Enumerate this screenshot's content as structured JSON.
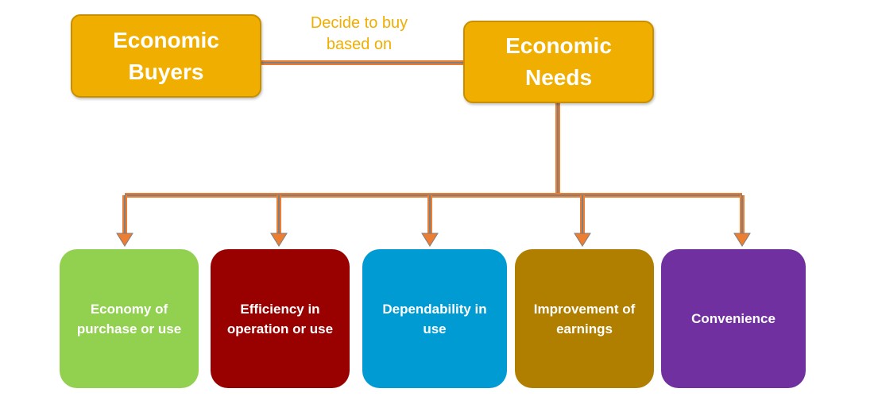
{
  "diagram": {
    "top_left": {
      "line1": "Economic",
      "line2": "Buyers"
    },
    "top_right": {
      "line1": "Economic",
      "line2": "Needs"
    },
    "link_label": {
      "line1": "Decide to buy",
      "line2": "based on"
    },
    "children": [
      {
        "label": "Economy of purchase or use",
        "color": "#92d050"
      },
      {
        "label": "Efficiency in operation or use",
        "color": "#990000"
      },
      {
        "label": "Dependability in use",
        "color": "#009bd3"
      },
      {
        "label": "Improvement of earnings",
        "color": "#b07f00"
      },
      {
        "label": "Convenience",
        "color": "#7030a0"
      }
    ]
  },
  "colors": {
    "top_box": "#f0ae00",
    "link_text": "#f0ae00",
    "connector_outer": "#ed7d31",
    "connector_inner": "#7f7f7f"
  }
}
